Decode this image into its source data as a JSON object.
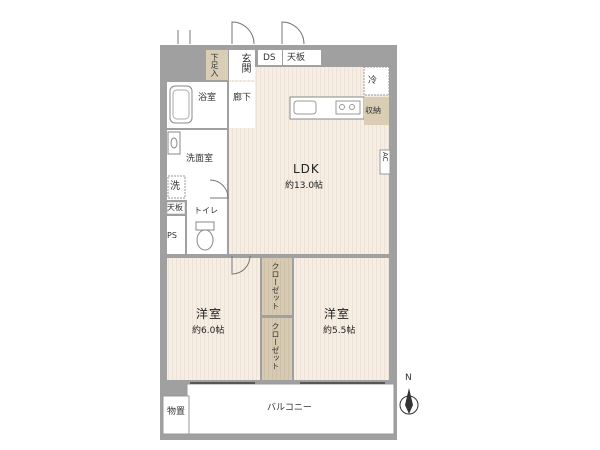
{
  "rooms": {
    "ldk": {
      "name": "LDK",
      "size": "約13.0帖"
    },
    "western1": {
      "name": "洋室",
      "size": "約6.0帖"
    },
    "western2": {
      "name": "洋室",
      "size": "約5.5帖"
    },
    "bath": {
      "name": "浴室"
    },
    "washroom": {
      "name": "洗面室"
    },
    "toilet": {
      "name": "トイレ"
    },
    "hallway": {
      "name": "廊下"
    },
    "entrance": {
      "name": "玄関"
    },
    "shoe_storage": {
      "name": "下足入"
    },
    "balcony": {
      "name": "バルコニー"
    },
    "storage": {
      "name": "物置"
    }
  },
  "fixtures": {
    "ds": "DS",
    "top_shelf_kitchen": "天板",
    "fridge": "冷",
    "kitchen_storage": "収納",
    "ac": "AC",
    "washer": "洗",
    "top_shelf_wash": "天板",
    "ps": "PS",
    "closet1": "クローゼット",
    "closet2": "クローゼット"
  },
  "compass": {
    "label": "N"
  },
  "colors": {
    "wall": "#9a9a9a",
    "floor_wood": "#f5ede4",
    "floor_wet": "#ffffff",
    "closet": "#d8cdb6",
    "balcony": "#ffffff"
  }
}
